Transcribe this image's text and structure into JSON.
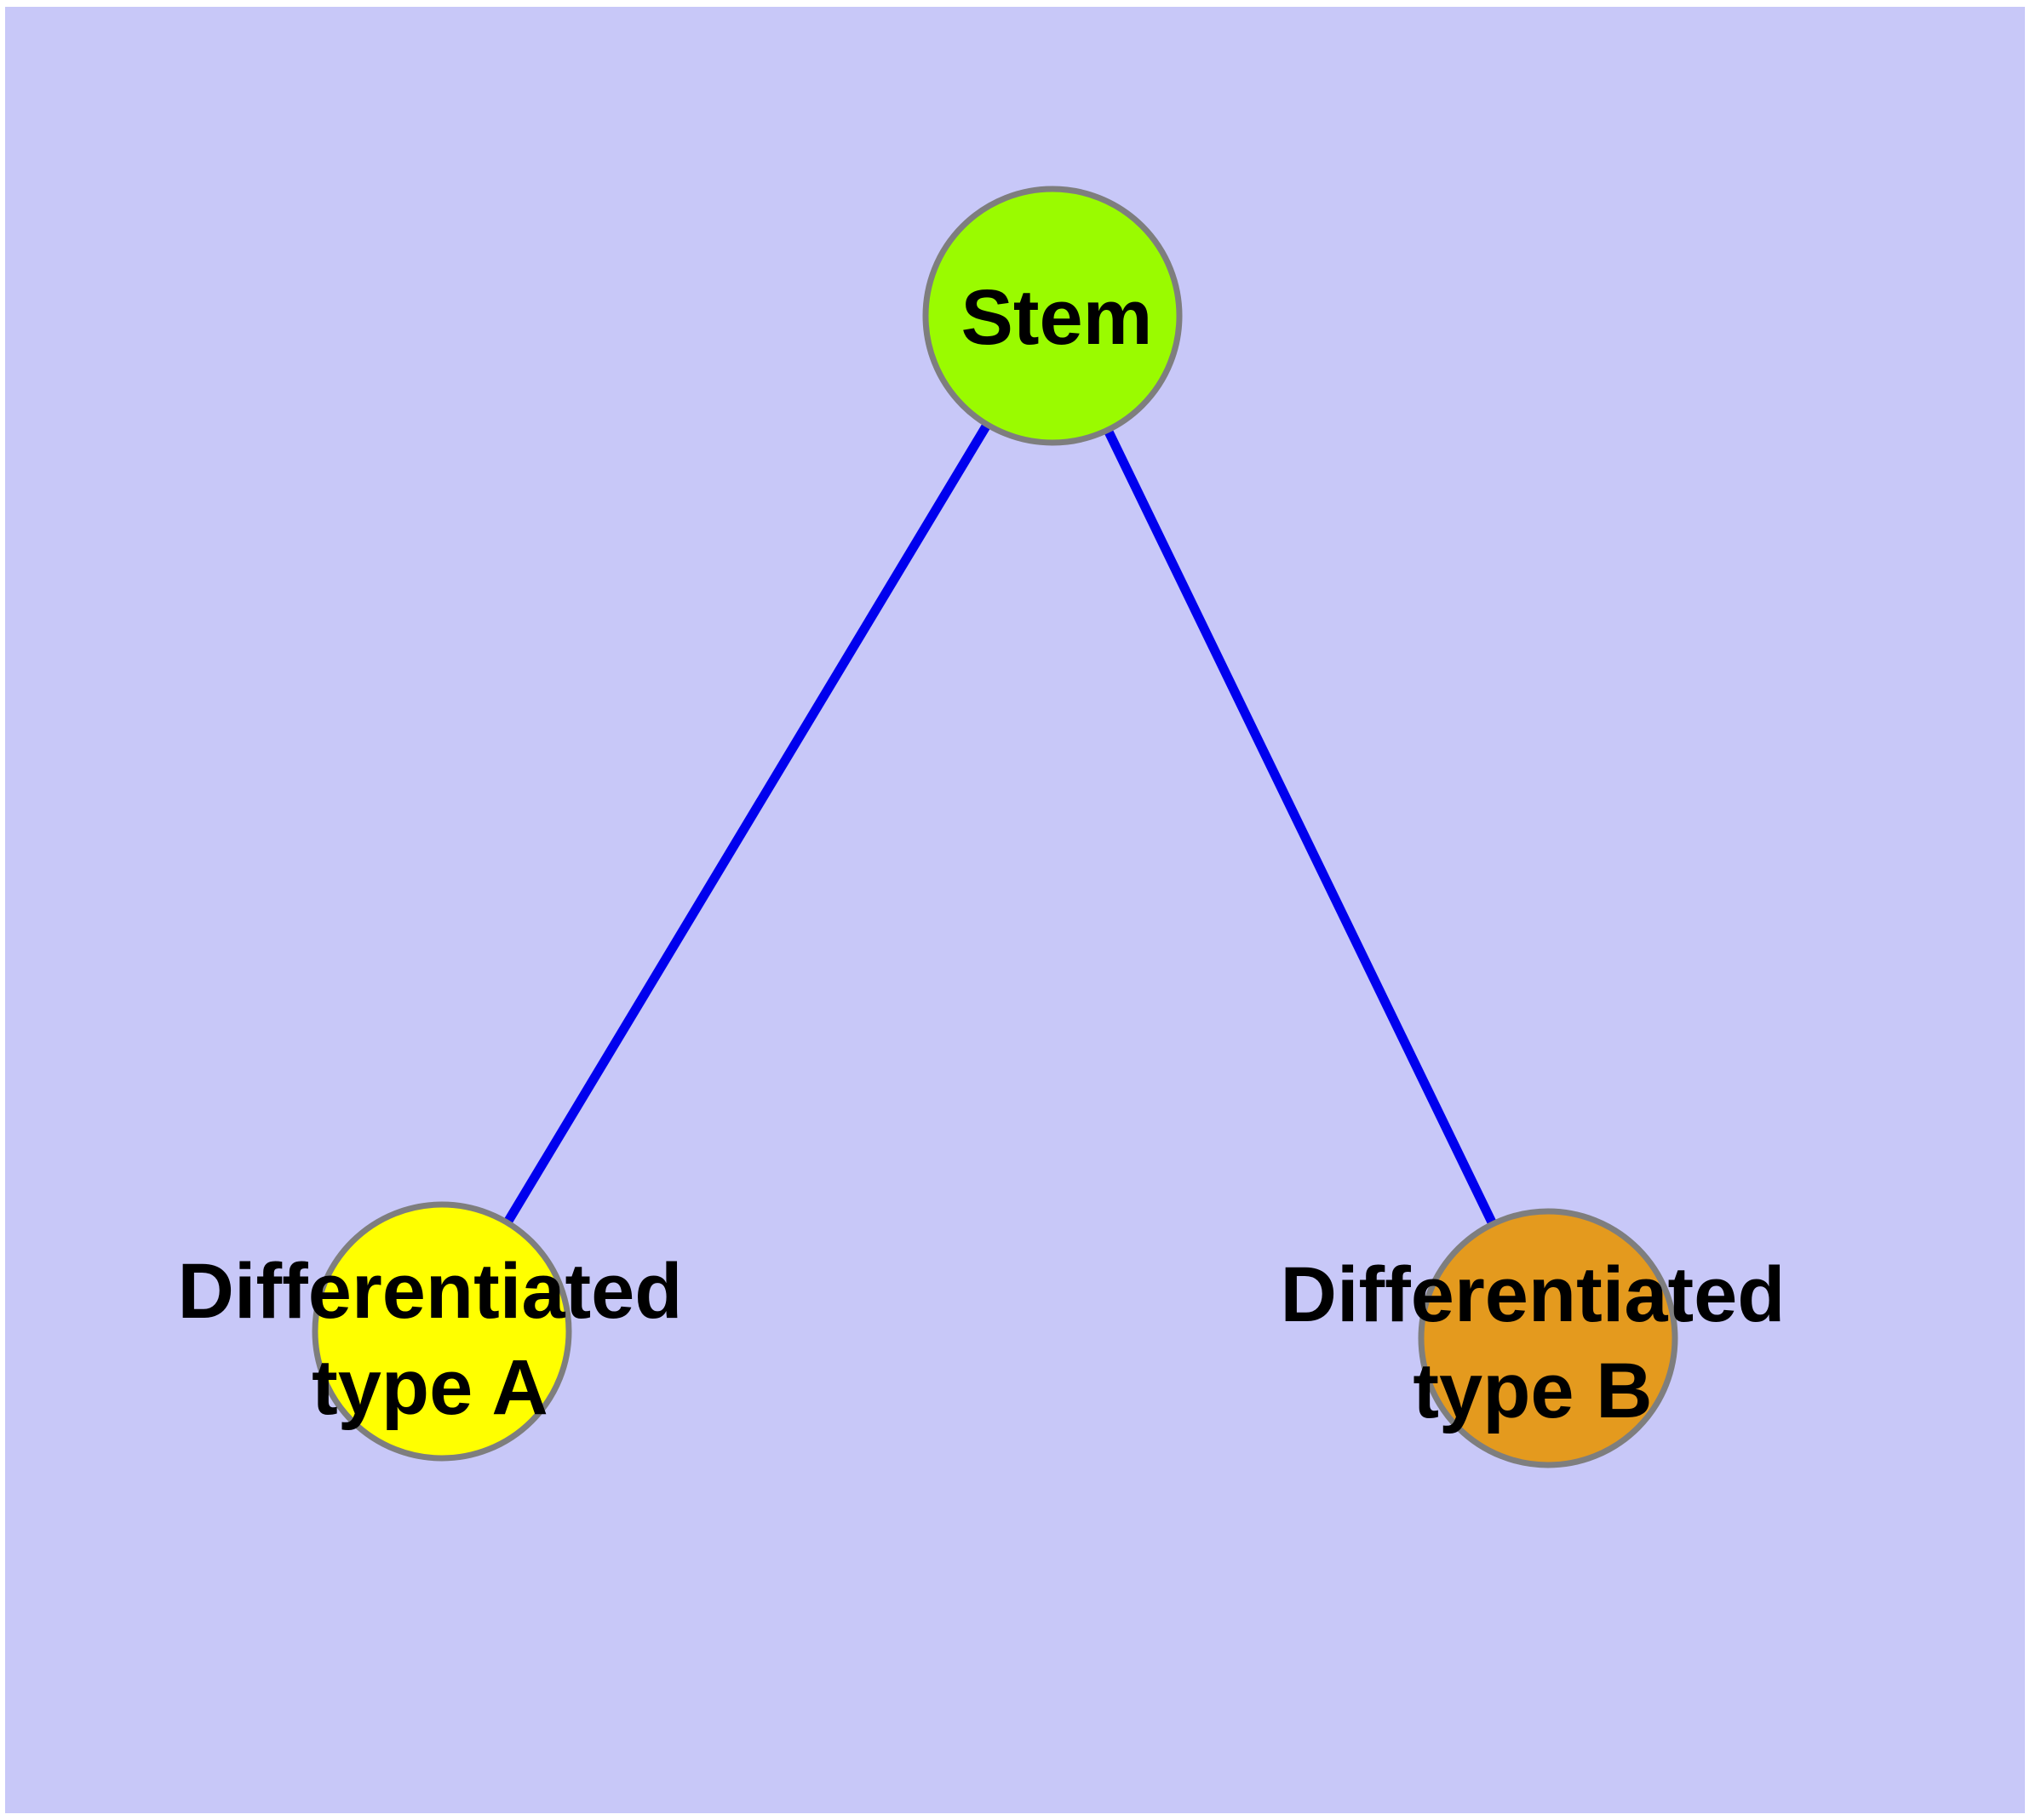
{
  "diagram": {
    "type": "graph",
    "description": "Cell differentiation tree: one stem node connected to two differentiated type nodes"
  },
  "background": {
    "canvas_color": "#C8C8F8",
    "frame_color": "#FFFFFF"
  },
  "label_color": "#000000",
  "nodes": [
    {
      "id": "stem",
      "label": "Stem",
      "fill": "#9AFB00",
      "border_color": "#7E7E7E"
    },
    {
      "id": "differentiated-type-a",
      "label_line1": "Differentiated",
      "label_line2": "type A",
      "fill": "#FFFF00",
      "border_color": "#7E7E7E"
    },
    {
      "id": "differentiated-type-b",
      "label_line1": "Differentiated",
      "label_line2": "type B",
      "fill": "#E49A1E",
      "border_color": "#7E7E7E"
    }
  ],
  "edges": {
    "color": "#0000EE",
    "connections": [
      {
        "from": "Stem",
        "to": "Differentiated type A"
      },
      {
        "from": "Stem",
        "to": "Differentiated type B"
      }
    ]
  }
}
